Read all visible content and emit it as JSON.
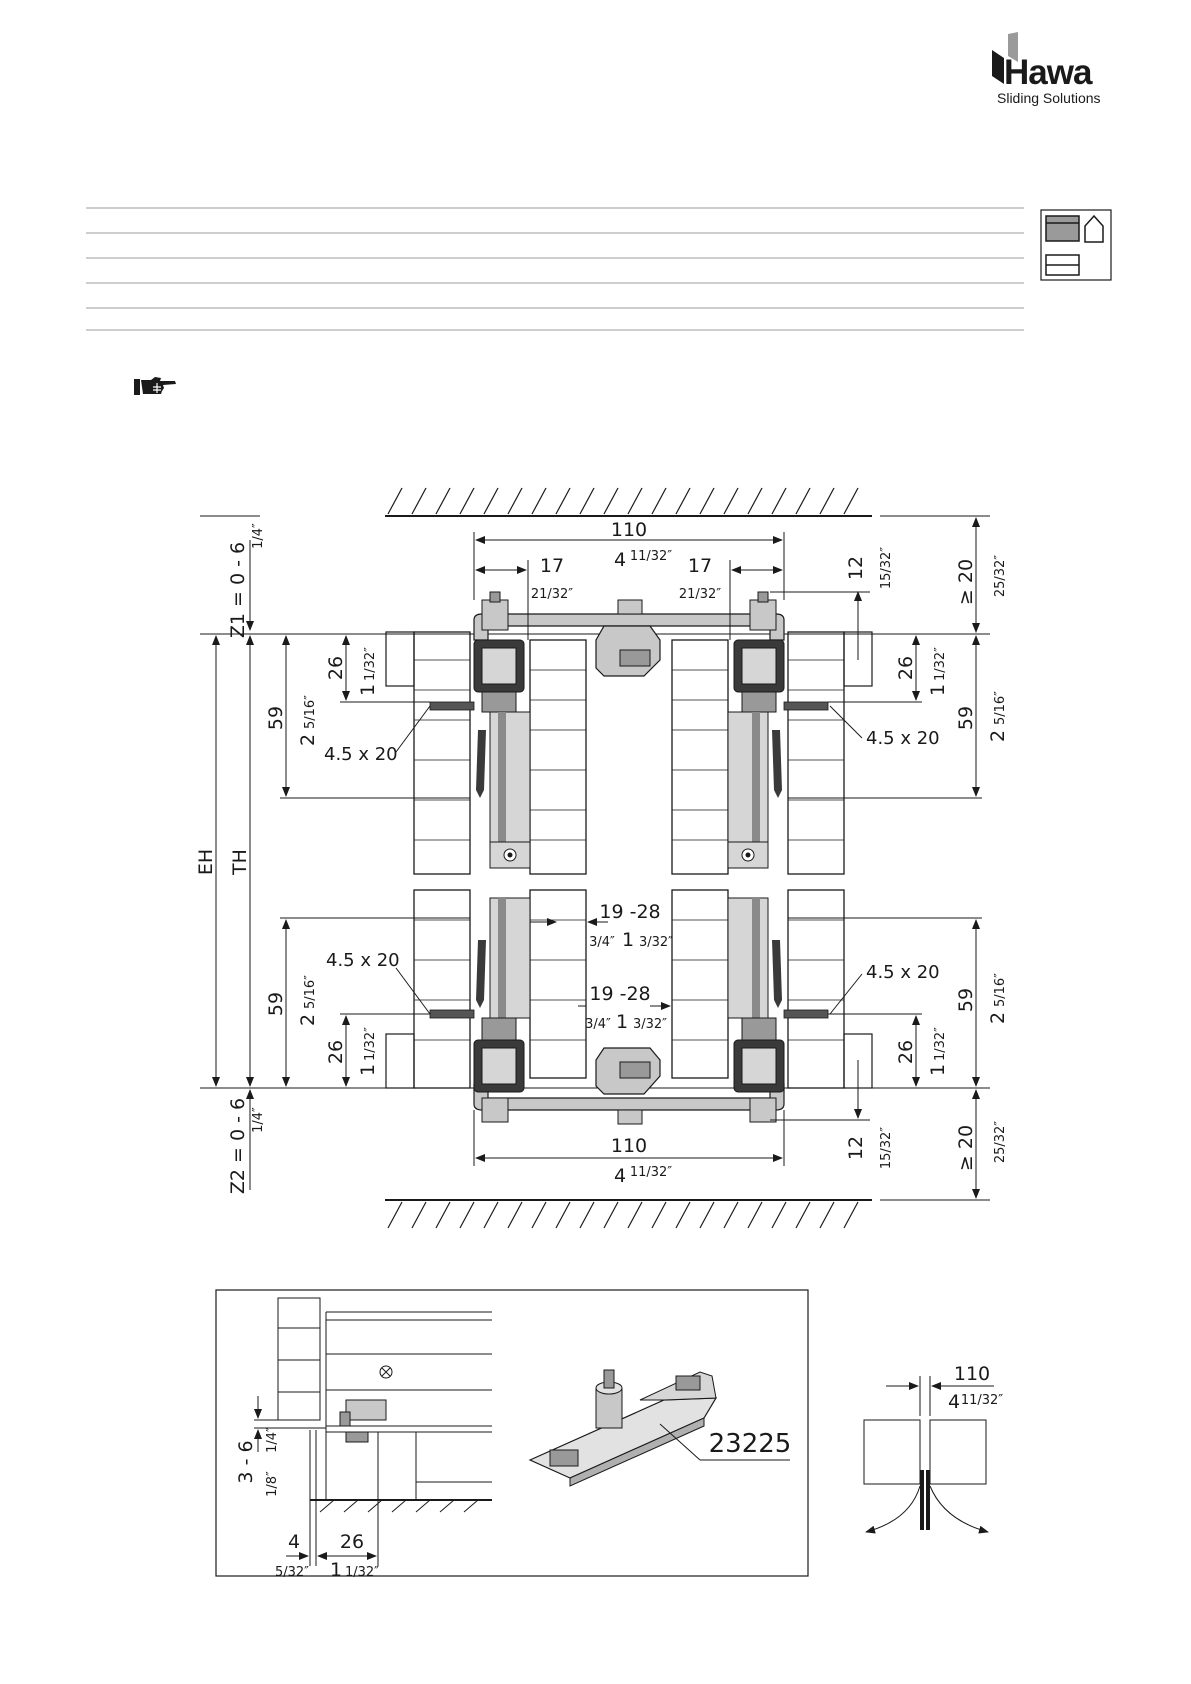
{
  "brand": {
    "name": "Hawa",
    "tagline": "Sliding Solutions",
    "accent_color": "#9a9a9a",
    "text_color": "#1a1a1a"
  },
  "icons": {
    "note": "pointing-hand-icon",
    "category_1": "panel-house-icon",
    "category_2": "panel-icon"
  },
  "main_drawing": {
    "top_width": {
      "mm": "110",
      "inch": "4",
      "inch_frac": "11/32″"
    },
    "bottom_width": {
      "mm": "110",
      "inch": "4",
      "inch_frac": "11/32″"
    },
    "left_profile_offset": {
      "mm": "17",
      "inch_frac": "21/32″"
    },
    "right_profile_offset": {
      "mm": "17",
      "inch_frac": "21/32″"
    },
    "top_right_small": {
      "mm": "12",
      "inch_frac": "15/32″"
    },
    "bottom_right_small": {
      "mm": "12",
      "inch_frac": "15/32″"
    },
    "top_clearance": {
      "mm": "≥ 20",
      "inch_frac": "25/32″"
    },
    "bottom_clearance": {
      "mm": "≥ 20",
      "inch_frac": "25/32″"
    },
    "z1": {
      "label": "Z1 = 0 - 6",
      "inch_frac": "1/4″"
    },
    "z2": {
      "label": "Z2 = 0 - 6",
      "inch_frac": "1/4″"
    },
    "eh_label": "EH",
    "th_label": "TH",
    "offset_26": {
      "mm": "26",
      "inch": "1",
      "inch_frac": "1/32″"
    },
    "offset_59": {
      "mm": "59",
      "inch": "2",
      "inch_frac": "5/16″"
    },
    "screw_label": "4.5 x 20",
    "thickness_top": {
      "mm": "19 -28",
      "inch_a": "3/4″",
      "inch_b": "1",
      "inch_c": "3/32″"
    },
    "thickness_bottom": {
      "mm": "19 -28",
      "inch_a": "3/4″",
      "inch_b": "1",
      "inch_c": "3/32″"
    }
  },
  "detail_drawing": {
    "gap": {
      "mm": "3 - 6",
      "inch_a": "1/8″",
      "inch_b": "1/4″"
    },
    "width_4": {
      "mm": "4",
      "inch_frac": "5/32″"
    },
    "width_26": {
      "mm": "26",
      "inch": "1",
      "inch_frac": "1/32″"
    },
    "part_number": "23225"
  },
  "plan_drawing": {
    "width": {
      "mm": "110",
      "inch": "4",
      "inch_frac": "11/32″"
    }
  }
}
